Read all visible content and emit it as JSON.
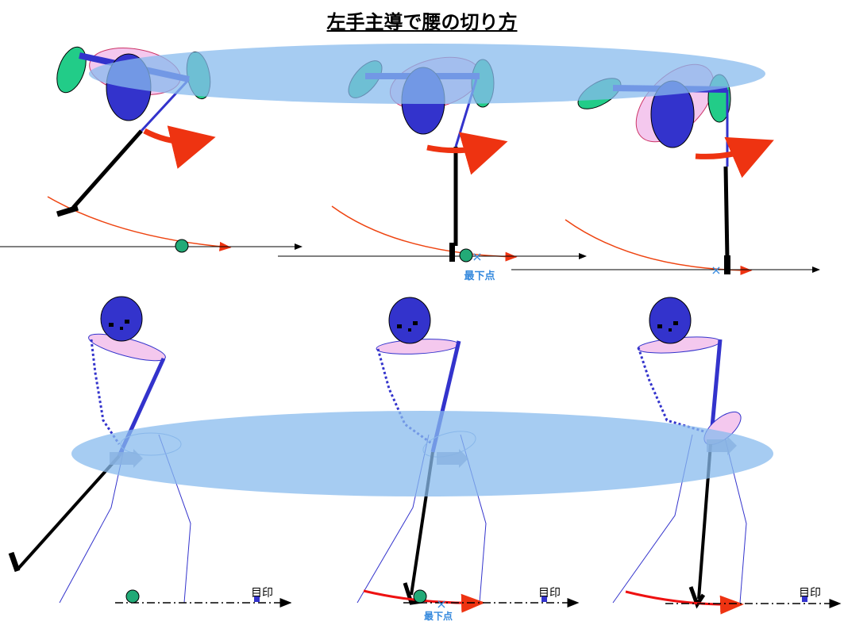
{
  "title": "左手主導で腰の切り方",
  "labels": {
    "lowest_point": "最下点",
    "target_mark": "目印"
  },
  "colors": {
    "head": "#3333cc",
    "club": "#000000",
    "shaft_blue": "#3333cc",
    "swing_arc": "#ee4411",
    "ball": "#22aa77",
    "hip_band": "#88bbee",
    "shoulder_pink": "#f4c8ee",
    "arrow_red": "#ee3311",
    "marker_x": "#3388dd"
  }
}
